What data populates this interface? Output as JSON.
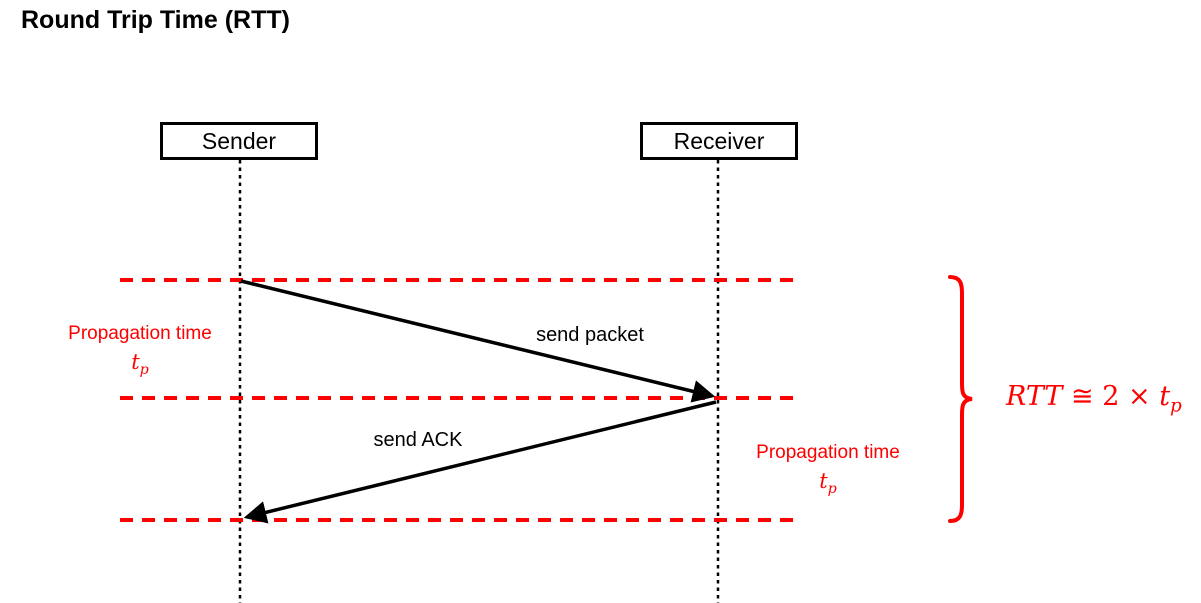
{
  "title": "Round Trip Time (RTT)",
  "colors": {
    "red": "#fe0000",
    "black": "#000000"
  },
  "actors": [
    {
      "label": "Sender"
    },
    {
      "label": "Receiver"
    }
  ],
  "messages": [
    {
      "label": "send packet",
      "from": "Sender",
      "to": "Receiver"
    },
    {
      "label": "send ACK",
      "from": "Receiver",
      "to": "Sender"
    }
  ],
  "annotations": {
    "left_propagation": {
      "text": "Propagation time",
      "math_base": "t",
      "math_sub": "p"
    },
    "right_propagation": {
      "text": "Propagation time",
      "math_base": "t",
      "math_sub": "p"
    },
    "formula": {
      "lhs": "RTT",
      "relation": "≅",
      "factor": "2",
      "operator": "×",
      "math_base": "t",
      "math_sub": "p"
    }
  }
}
